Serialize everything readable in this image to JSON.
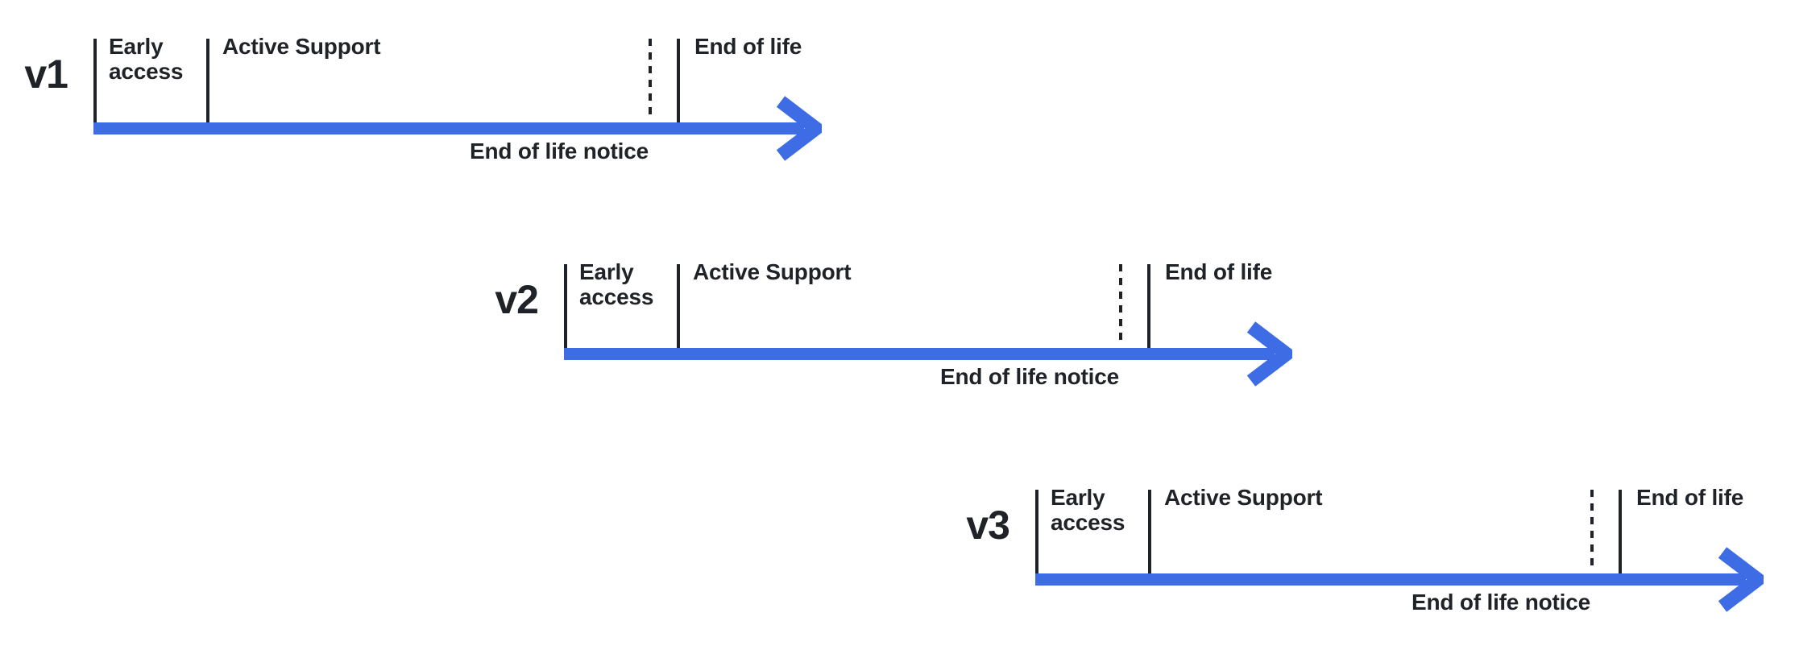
{
  "diagram": {
    "background": "#FFFFFF",
    "arrow_color": "#3D6CE5",
    "line_color": "#1F2227"
  },
  "timelines": [
    {
      "version": "v1",
      "phases": {
        "early_access": "Early access",
        "active_support": "Active Support",
        "end_of_life_notice": "End of life notice",
        "end_of_life": "End of life"
      }
    },
    {
      "version": "v2",
      "phases": {
        "early_access": "Early access",
        "active_support": "Active Support",
        "end_of_life_notice": "End of life notice",
        "end_of_life": "End of life"
      }
    },
    {
      "version": "v3",
      "phases": {
        "early_access": "Early access",
        "active_support": "Active Support",
        "end_of_life_notice": "End of life notice",
        "end_of_life": "End of life"
      }
    }
  ]
}
